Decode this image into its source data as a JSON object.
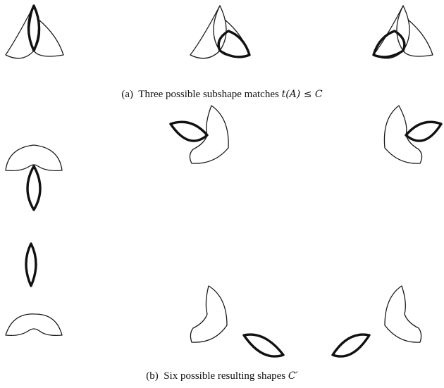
{
  "figure": {
    "caption_a": {
      "label": "(a)",
      "text": "Three possible subshape matches",
      "math": "t(A) ≤ C"
    },
    "caption_b": {
      "label": "(b)",
      "text": "Six possible resulting shapes",
      "math": "C′"
    }
  },
  "colors": {
    "stroke": "#1a1a1a",
    "highlight_stroke": "#111111",
    "background": "#ffffff"
  }
}
